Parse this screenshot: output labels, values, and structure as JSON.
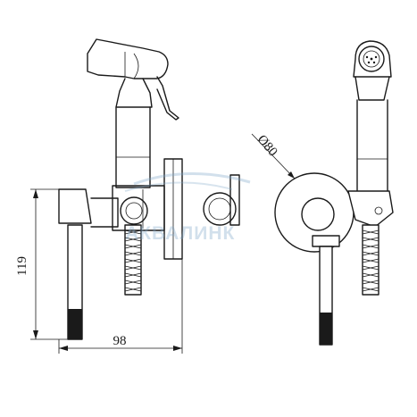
{
  "dimensions": {
    "height_label": "119",
    "width_label": "98",
    "diameter_label": "Ø80"
  },
  "watermark": {
    "text": "АКВАЛИНК",
    "color": "#7fa6c8"
  },
  "colors": {
    "line": "#1a1a1a",
    "background": "#ffffff"
  }
}
